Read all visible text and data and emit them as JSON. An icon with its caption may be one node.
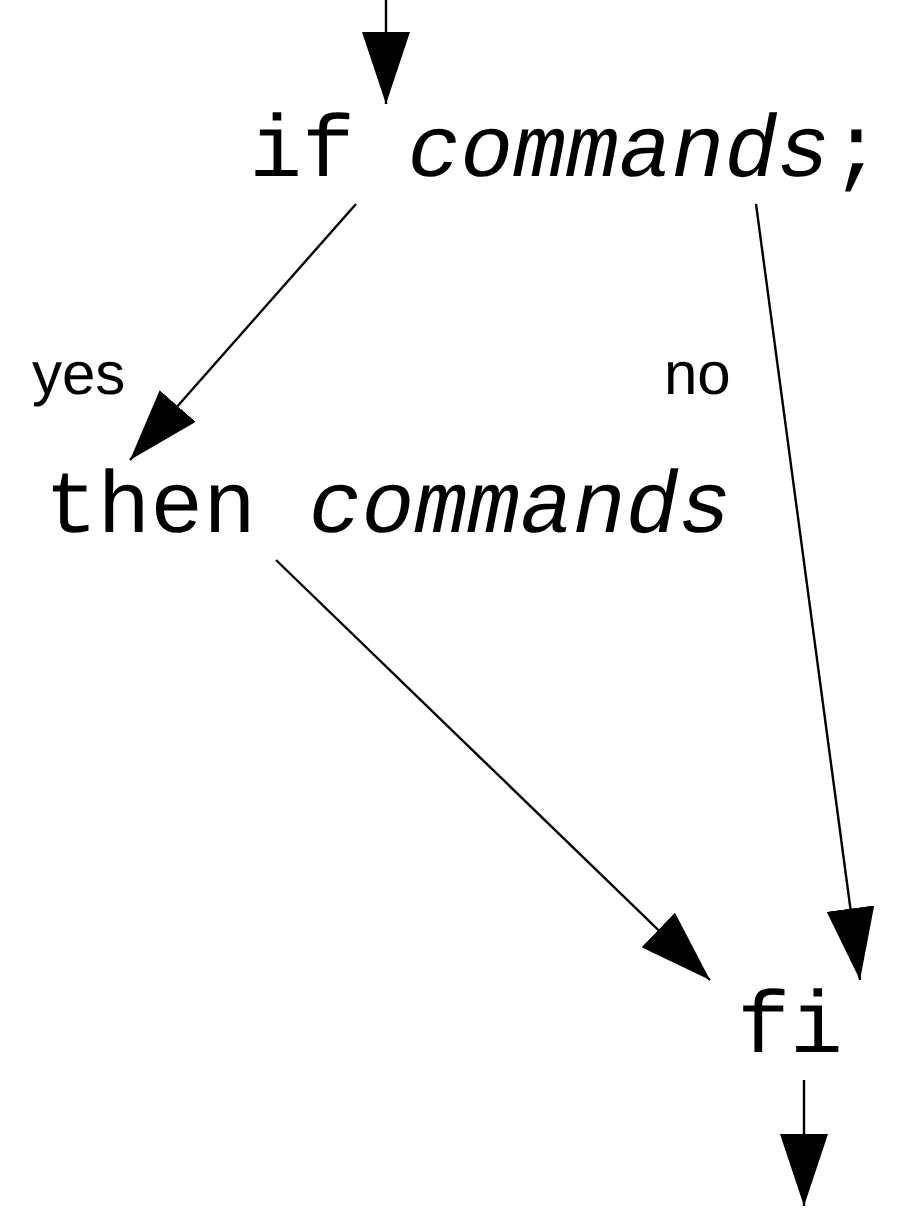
{
  "diagram": {
    "nodes": [
      {
        "text": [
          "if *commands*;"
        ]
      },
      {
        "text": [
          "then *commands*"
        ]
      },
      {
        "text": [
          "fi"
        ]
      }
    ],
    "edges": [
      {
        "from": null,
        "to": 0,
        "arrow": "to"
      },
      {
        "from": 0,
        "to": 1,
        "arrow": "to",
        "label": "yes"
      },
      {
        "from": 0,
        "to": 2,
        "arrow": "to",
        "label": "no"
      },
      {
        "from": 1,
        "to": 2,
        "arrow": "to"
      },
      {
        "from": 2,
        "to": null,
        "arrow": "to"
      }
    ]
  }
}
